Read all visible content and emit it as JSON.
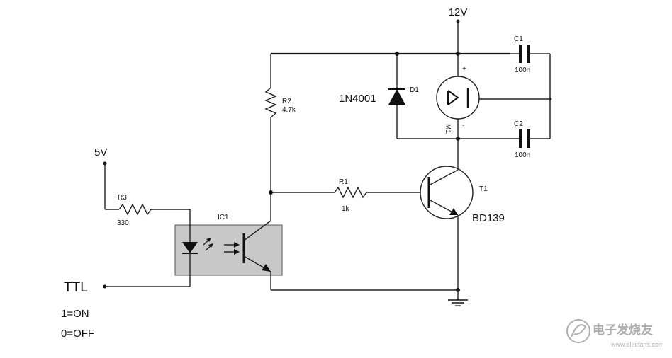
{
  "supply": {
    "v12": "12V",
    "v5": "5V"
  },
  "components": {
    "r1": {
      "ref": "R1",
      "value": "1k"
    },
    "r2": {
      "ref": "R2",
      "value": "4.7k"
    },
    "r3": {
      "ref": "R3",
      "value": "330"
    },
    "c1": {
      "ref": "C1",
      "value": "100n"
    },
    "c2": {
      "ref": "C2",
      "value": "100n"
    },
    "d1": {
      "ref": "D1",
      "part": "1N4001"
    },
    "m1": {
      "ref": "M1",
      "plus": "+",
      "minus": "-"
    },
    "t1": {
      "ref": "T1",
      "part": "BD139"
    },
    "ic1": {
      "ref": "IC1"
    }
  },
  "input": {
    "label": "TTL",
    "on": "1=ON",
    "off": "0=OFF"
  },
  "watermark": {
    "text": "电子发烧友",
    "url": "www.elecfans.com"
  },
  "colors": {
    "ink": "#111111",
    "optocoupler_fill": "#c8c8c8",
    "watermark": "#9a9a9a"
  }
}
